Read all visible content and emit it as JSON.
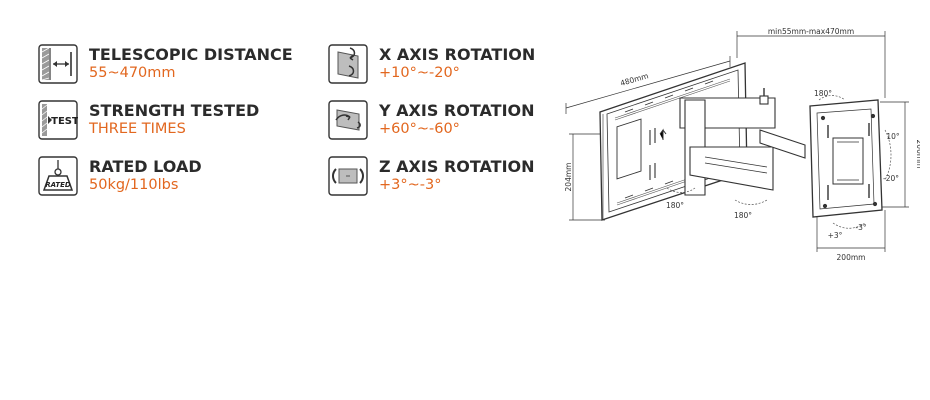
{
  "features": {
    "telescopic": {
      "title": "TELESCOPIC DISTANCE",
      "value": "55~470mm",
      "icon": "telescopic-distance-icon"
    },
    "strength": {
      "title": "STRENGTH TESTED",
      "value": "THREE TIMES",
      "icon": "test-icon",
      "icon_text": "TEST"
    },
    "load": {
      "title": "RATED LOAD",
      "value": "50kg/110lbs",
      "icon": "rated-weight-icon",
      "icon_text": "RATED"
    },
    "xaxis": {
      "title": "X AXIS ROTATION",
      "value": "+10°~-20°",
      "icon": "x-axis-rotation-icon"
    },
    "yaxis": {
      "title": "Y AXIS ROTATION",
      "value": "+60°~-60°",
      "icon": "y-axis-rotation-icon"
    },
    "zaxis": {
      "title": "Z AXIS ROTATION",
      "value": "+3°~-3°",
      "icon": "z-axis-rotation-icon"
    }
  },
  "diagram": {
    "extension": "min55mm-max470mm",
    "wall_width": "480mm",
    "wall_height": "204mm",
    "vesa_width": "200mm",
    "vesa_height": "200mm",
    "swivel_1": "180°",
    "swivel_2": "180°",
    "swivel_3": "180°",
    "tilt_up": "10°",
    "tilt_down": "-20°",
    "level_plus": "+3°",
    "level_minus": "-3°"
  },
  "colors": {
    "title": "#2b2b2b",
    "value": "#e2671f",
    "icon_fill": "#bdbdbd",
    "line": "#333333"
  }
}
